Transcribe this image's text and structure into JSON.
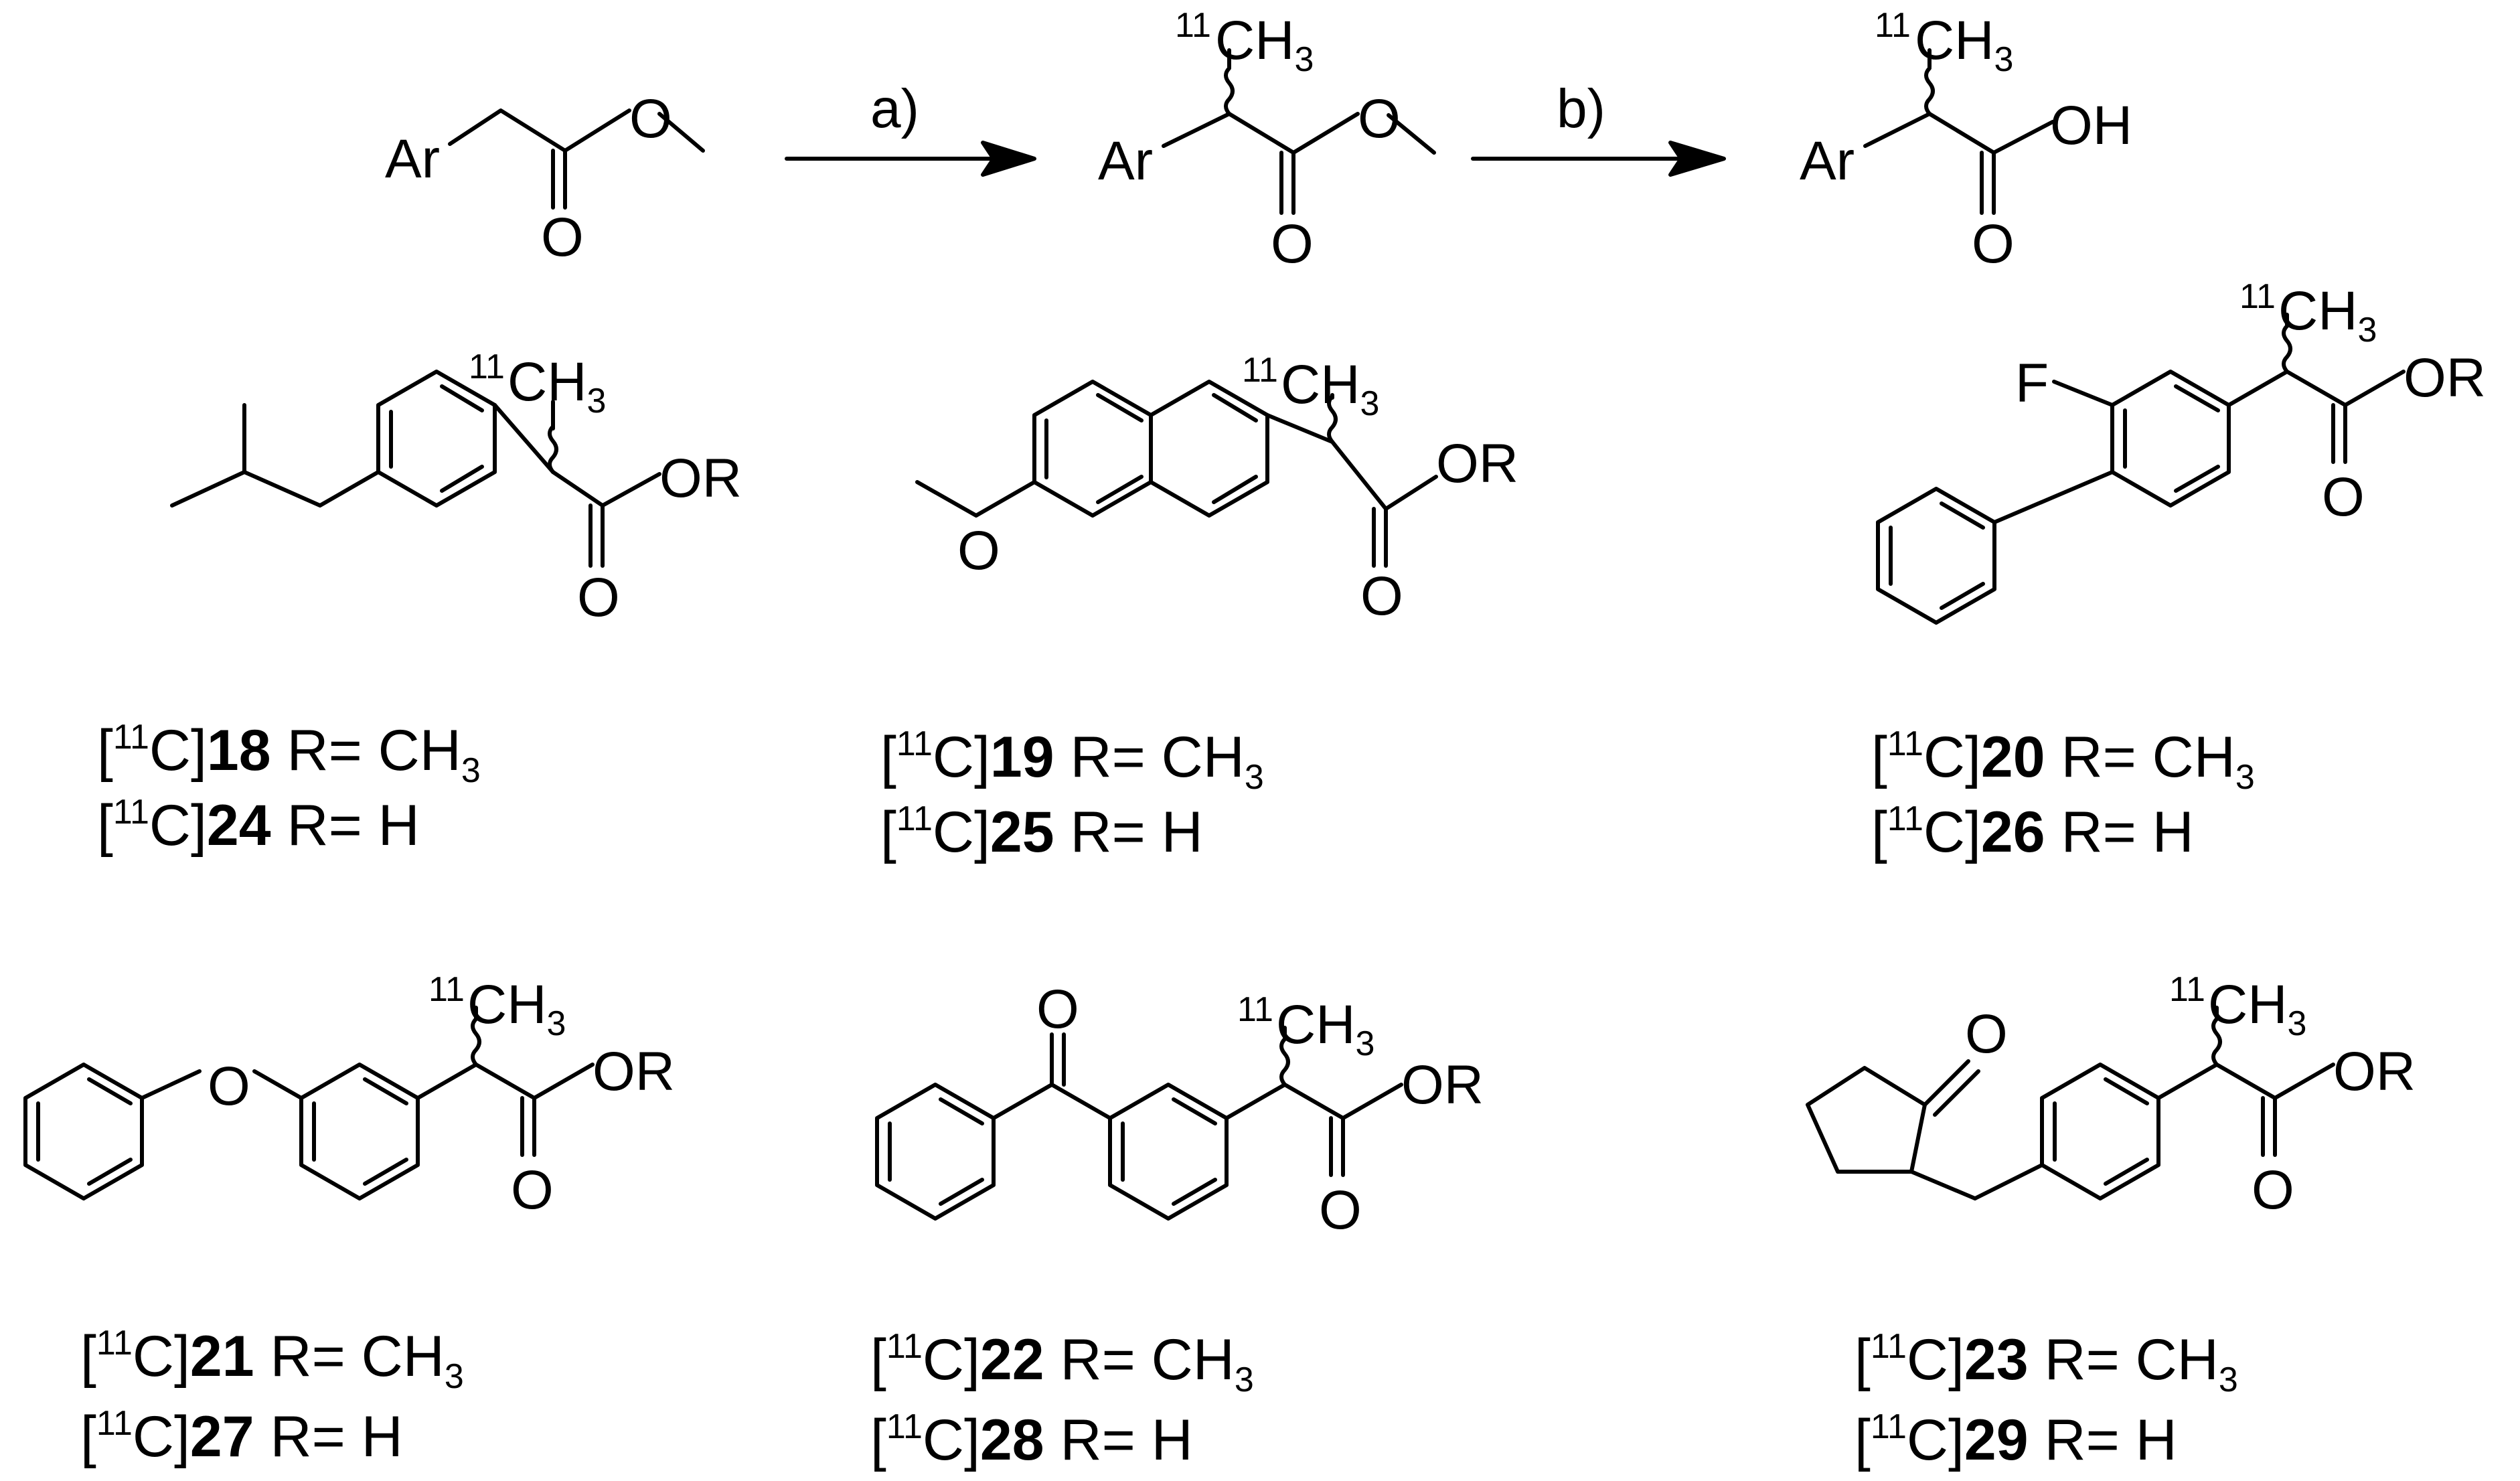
{
  "scheme": {
    "step_a": "a)",
    "step_b": "b)",
    "ar": "Ar",
    "o": "O",
    "oh": "OH",
    "ch3": "CH",
    "ch3_sub": "3",
    "iso_11": "11"
  },
  "structures": {
    "f": "F",
    "or": "OR",
    "o": "O"
  },
  "compounds": [
    {
      "ester_id": "18",
      "acid_id": "24"
    },
    {
      "ester_id": "19",
      "acid_id": "25"
    },
    {
      "ester_id": "20",
      "acid_id": "26"
    },
    {
      "ester_id": "21",
      "acid_id": "27"
    },
    {
      "ester_id": "22",
      "acid_id": "28"
    },
    {
      "ester_id": "23",
      "acid_id": "29"
    }
  ],
  "caption": {
    "bracket_open": "[",
    "bracket_close": "C]",
    "iso": "11",
    "ester_r": " R= CH",
    "ester_sub": "3",
    "acid_r": " R= H"
  }
}
